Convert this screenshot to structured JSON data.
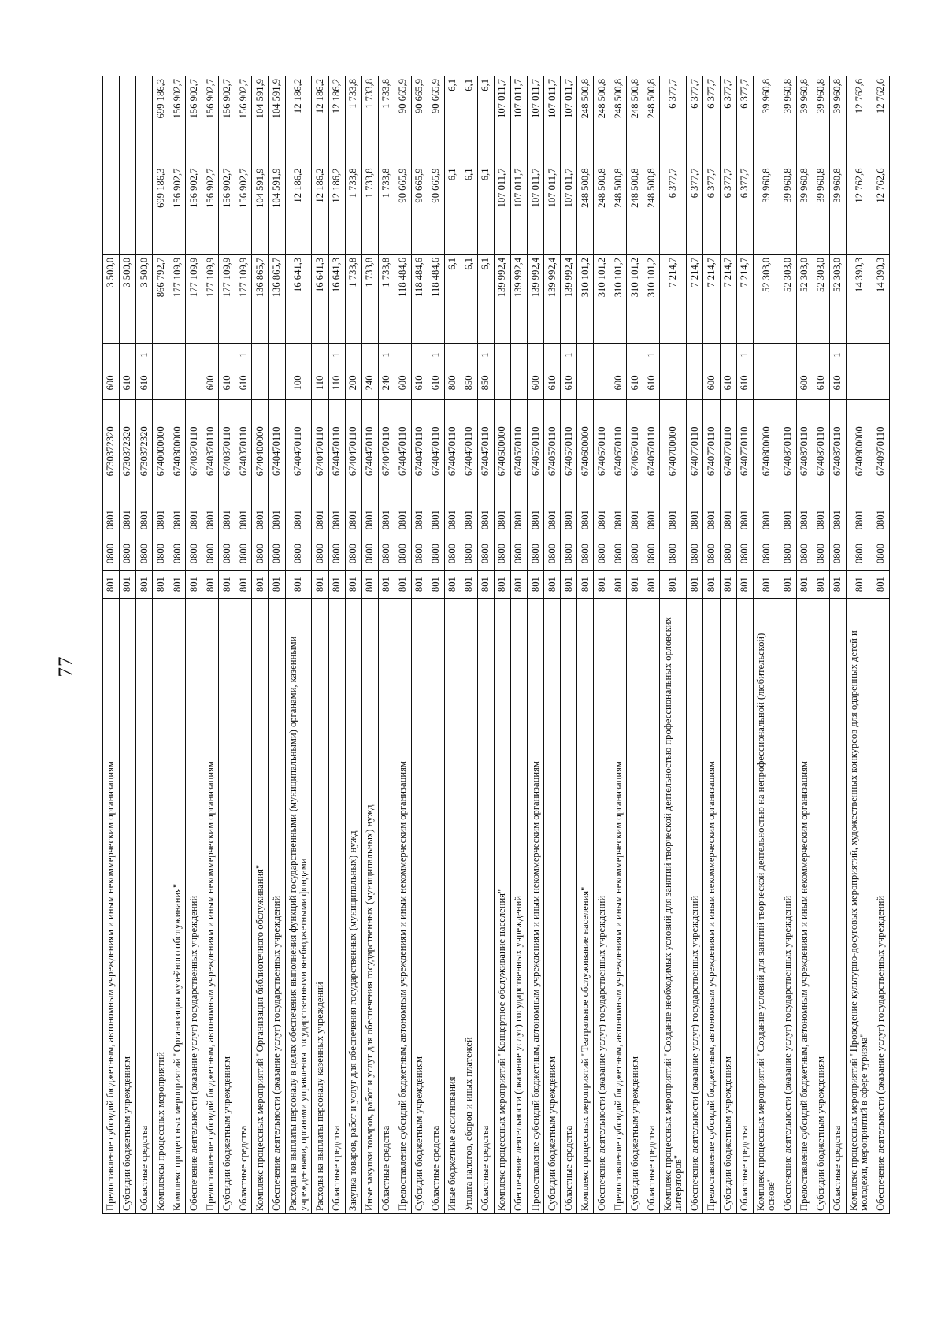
{
  "page_number": "77",
  "table": {
    "rows": [
      [
        "Предоставление субсидий бюджетным, автономным учреждениям и иным некоммерческим организациям",
        "801",
        "0800",
        "0801",
        "6730372320",
        "600",
        "",
        "3 500,0",
        "",
        ""
      ],
      [
        "Субсидии бюджетным учреждениям",
        "801",
        "0800",
        "0801",
        "6730372320",
        "610",
        "",
        "3 500,0",
        "",
        ""
      ],
      [
        "Областные средства",
        "801",
        "0800",
        "0801",
        "6730372320",
        "610",
        "1",
        "3 500,0",
        "",
        ""
      ],
      [
        "Комплексы процессных мероприятий",
        "801",
        "0800",
        "0801",
        "6740000000",
        "",
        "",
        "866 792,7",
        "699 186,3",
        "699 186,3"
      ],
      [
        "Комплекс процессных мероприятий \"Организация музейного обслуживания\"",
        "801",
        "0800",
        "0801",
        "6740300000",
        "",
        "",
        "177 109,9",
        "156 902,7",
        "156 902,7"
      ],
      [
        "Обеспечение деятельности (оказание услуг) государственных учреждений",
        "801",
        "0800",
        "0801",
        "6740370110",
        "",
        "",
        "177 109,9",
        "156 902,7",
        "156 902,7"
      ],
      [
        "Предоставление субсидий бюджетным, автономным учреждениям и иным некоммерческим организациям",
        "801",
        "0800",
        "0801",
        "6740370110",
        "600",
        "",
        "177 109,9",
        "156 902,7",
        "156 902,7"
      ],
      [
        "Субсидии бюджетным учреждениям",
        "801",
        "0800",
        "0801",
        "6740370110",
        "610",
        "",
        "177 109,9",
        "156 902,7",
        "156 902,7"
      ],
      [
        "Областные средства",
        "801",
        "0800",
        "0801",
        "6740370110",
        "610",
        "1",
        "177 109,9",
        "156 902,7",
        "156 902,7"
      ],
      [
        "Комплекс процессных мероприятий \"Организация библиотечного обслуживания\"",
        "801",
        "0800",
        "0801",
        "6740400000",
        "",
        "",
        "136 865,7",
        "104 591,9",
        "104 591,9"
      ],
      [
        "Обеспечение деятельности (оказание услуг) государственных учреждений",
        "801",
        "0800",
        "0801",
        "6740470110",
        "",
        "",
        "136 865,7",
        "104 591,9",
        "104 591,9"
      ],
      [
        "Расходы на выплаты персоналу в целях обеспечения выполнения функций государственными (муниципальными) органами, казенными учреждениями, органами управления государственными внебюджетными фондами",
        "801",
        "0800",
        "0801",
        "6740470110",
        "100",
        "",
        "16 641,3",
        "12 186,2",
        "12 186,2"
      ],
      [
        "Расходы на выплаты персоналу казенных учреждений",
        "801",
        "0800",
        "0801",
        "6740470110",
        "110",
        "",
        "16 641,3",
        "12 186,2",
        "12 186,2"
      ],
      [
        "Областные средства",
        "801",
        "0800",
        "0801",
        "6740470110",
        "110",
        "1",
        "16 641,3",
        "12 186,2",
        "12 186,2"
      ],
      [
        "Закупка товаров, работ и услуг для обеспечения государственных (муниципальных) нужд",
        "801",
        "0800",
        "0801",
        "6740470110",
        "200",
        "",
        "1 733,8",
        "1 733,8",
        "1 733,8"
      ],
      [
        "Иные закупки товаров, работ и услуг для обеспечения государственных (муниципальных) нужд",
        "801",
        "0800",
        "0801",
        "6740470110",
        "240",
        "",
        "1 733,8",
        "1 733,8",
        "1 733,8"
      ],
      [
        "Областные средства",
        "801",
        "0800",
        "0801",
        "6740470110",
        "240",
        "1",
        "1 733,8",
        "1 733,8",
        "1 733,8"
      ],
      [
        "Предоставление субсидий бюджетным, автономным учреждениям и иным некоммерческим организациям",
        "801",
        "0800",
        "0801",
        "6740470110",
        "600",
        "",
        "118 484,6",
        "90 665,9",
        "90 665,9"
      ],
      [
        "Субсидии бюджетным учреждениям",
        "801",
        "0800",
        "0801",
        "6740470110",
        "610",
        "",
        "118 484,6",
        "90 665,9",
        "90 665,9"
      ],
      [
        "Областные средства",
        "801",
        "0800",
        "0801",
        "6740470110",
        "610",
        "1",
        "118 484,6",
        "90 665,9",
        "90 665,9"
      ],
      [
        "Иные бюджетные ассигнования",
        "801",
        "0800",
        "0801",
        "6740470110",
        "800",
        "",
        "6,1",
        "6,1",
        "6,1"
      ],
      [
        "Уплата налогов, сборов и иных платежей",
        "801",
        "0800",
        "0801",
        "6740470110",
        "850",
        "",
        "6,1",
        "6,1",
        "6,1"
      ],
      [
        "Областные средства",
        "801",
        "0800",
        "0801",
        "6740470110",
        "850",
        "1",
        "6,1",
        "6,1",
        "6,1"
      ],
      [
        "Комплекс процессных мероприятий \"Концертное обслуживание населения\"",
        "801",
        "0800",
        "0801",
        "6740500000",
        "",
        "",
        "139 992,4",
        "107 011,7",
        "107 011,7"
      ],
      [
        "Обеспечение деятельности (оказание услуг) государственных учреждений",
        "801",
        "0800",
        "0801",
        "6740570110",
        "",
        "",
        "139 992,4",
        "107 011,7",
        "107 011,7"
      ],
      [
        "Предоставление субсидий бюджетным, автономным учреждениям и иным некоммерческим организациям",
        "801",
        "0800",
        "0801",
        "6740570110",
        "600",
        "",
        "139 992,4",
        "107 011,7",
        "107 011,7"
      ],
      [
        "Субсидии бюджетным учреждениям",
        "801",
        "0800",
        "0801",
        "6740570110",
        "610",
        "",
        "139 992,4",
        "107 011,7",
        "107 011,7"
      ],
      [
        "Областные средства",
        "801",
        "0800",
        "0801",
        "6740570110",
        "610",
        "1",
        "139 992,4",
        "107 011,7",
        "107 011,7"
      ],
      [
        "Комплекс процессных мероприятий \"Театральное обслуживание населения\"",
        "801",
        "0800",
        "0801",
        "6740600000",
        "",
        "",
        "310 101,2",
        "248 500,8",
        "248 500,8"
      ],
      [
        "Обеспечение деятельности (оказание услуг) государственных учреждений",
        "801",
        "0800",
        "0801",
        "6740670110",
        "",
        "",
        "310 101,2",
        "248 500,8",
        "248 500,8"
      ],
      [
        "Предоставление субсидий бюджетным, автономным учреждениям и иным некоммерческим организациям",
        "801",
        "0800",
        "0801",
        "6740670110",
        "600",
        "",
        "310 101,2",
        "248 500,8",
        "248 500,8"
      ],
      [
        "Субсидии бюджетным учреждениям",
        "801",
        "0800",
        "0801",
        "6740670110",
        "610",
        "",
        "310 101,2",
        "248 500,8",
        "248 500,8"
      ],
      [
        "Областные средства",
        "801",
        "0800",
        "0801",
        "6740670110",
        "610",
        "1",
        "310 101,2",
        "248 500,8",
        "248 500,8"
      ],
      [
        "Комплекс процессных мероприятий \"Создание необходимых условий для занятий творческой деятельностью профессиональных орловских литераторов\"",
        "801",
        "0800",
        "0801",
        "6740700000",
        "",
        "",
        "7 214,7",
        "6 377,7",
        "6 377,7"
      ],
      [
        "Обеспечение деятельности (оказание услуг) государственных учреждений",
        "801",
        "0800",
        "0801",
        "6740770110",
        "",
        "",
        "7 214,7",
        "6 377,7",
        "6 377,7"
      ],
      [
        "Предоставление субсидий бюджетным, автономным учреждениям и иным некоммерческим организациям",
        "801",
        "0800",
        "0801",
        "6740770110",
        "600",
        "",
        "7 214,7",
        "6 377,7",
        "6 377,7"
      ],
      [
        "Субсидии бюджетным учреждениям",
        "801",
        "0800",
        "0801",
        "6740770110",
        "610",
        "",
        "7 214,7",
        "6 377,7",
        "6 377,7"
      ],
      [
        "Областные средства",
        "801",
        "0800",
        "0801",
        "6740770110",
        "610",
        "1",
        "7 214,7",
        "6 377,7",
        "6 377,7"
      ],
      [
        "Комплекс процессных мероприятий \"Создание условий для занятий творческой деятельностью на непрофессиональной (любительской) основе\"",
        "801",
        "0800",
        "0801",
        "6740800000",
        "",
        "",
        "52 303,0",
        "39 960,8",
        "39 960,8"
      ],
      [
        "Обеспечение деятельности (оказание услуг) государственных учреждений",
        "801",
        "0800",
        "0801",
        "6740870110",
        "",
        "",
        "52 303,0",
        "39 960,8",
        "39 960,8"
      ],
      [
        "Предоставление субсидий бюджетным, автономным учреждениям и иным некоммерческим организациям",
        "801",
        "0800",
        "0801",
        "6740870110",
        "600",
        "",
        "52 303,0",
        "39 960,8",
        "39 960,8"
      ],
      [
        "Субсидии бюджетным учреждениям",
        "801",
        "0800",
        "0801",
        "6740870110",
        "610",
        "",
        "52 303,0",
        "39 960,8",
        "39 960,8"
      ],
      [
        "Областные средства",
        "801",
        "0800",
        "0801",
        "6740870110",
        "610",
        "1",
        "52 303,0",
        "39 960,8",
        "39 960,8"
      ],
      [
        "Комплекс процессных мероприятий \"Проведение культурно-досуговых мероприятий, художественных конкурсов для одаренных детей и молодежи, мероприятий в сфере туризма\"",
        "801",
        "0800",
        "0801",
        "6740900000",
        "",
        "",
        "14 390,3",
        "12 762,6",
        "12 762,6"
      ],
      [
        "Обеспечение деятельности (оказание услуг) государственных учреждений",
        "801",
        "0800",
        "0801",
        "6740970110",
        "",
        "",
        "14 390,3",
        "12 762,6",
        "12 762,6"
      ]
    ]
  }
}
